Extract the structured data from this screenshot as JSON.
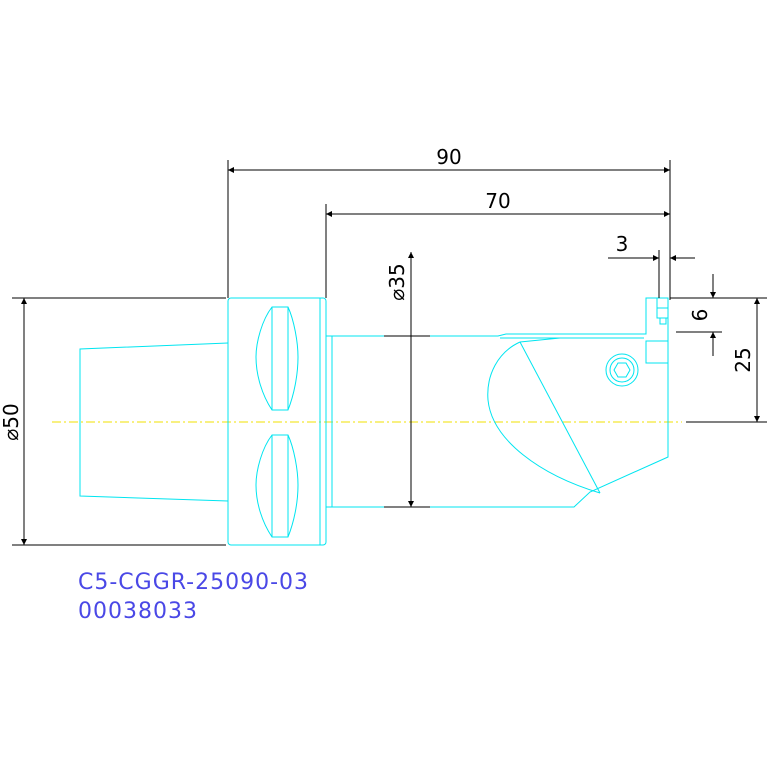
{
  "drawing": {
    "part_number": "C5-CGGR-25090-03",
    "item_number": "00038033",
    "colors": {
      "geometry": "#00e5f0",
      "dimensions": "#000000",
      "center_line": "#f0e000",
      "title_text": "#4a48e6",
      "background": "#ffffff"
    }
  },
  "dimensions": {
    "overall_length": "90",
    "head_length": "70",
    "tip_offset": "3",
    "tip_height": "6",
    "center_height": "25",
    "shank_diameter": "⌀35",
    "clamp_diameter": "⌀50"
  }
}
